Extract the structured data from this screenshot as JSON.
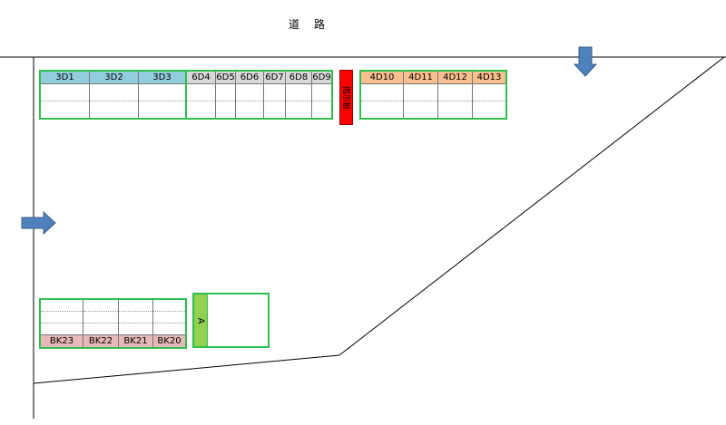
{
  "road_label": "道 路",
  "colors": {
    "teal": "#92cddc",
    "orange": "#fabf8f",
    "pink": "#e6b8b7",
    "gray": "#d9d9d9",
    "red": "#ff0000",
    "green": "#92d050",
    "arrow": "#4f81bd"
  },
  "top_left_block": {
    "labels": [
      "3D1",
      "3D2",
      "3D3"
    ]
  },
  "top_mid_block": {
    "labels": [
      "6D4",
      "6D5",
      "6D6",
      "6D7",
      "6D8",
      "6D9"
    ]
  },
  "top_right_block": {
    "labels": [
      "4D10",
      "4D11",
      "4D12",
      "4D13"
    ]
  },
  "red_tag_label": "揭示板",
  "bottom_left_block": {
    "labels": [
      "BK23",
      "BK22",
      "BK21",
      "BK20"
    ]
  },
  "a_block_label": "A",
  "icons": {
    "arrow": "arrow-icon"
  }
}
